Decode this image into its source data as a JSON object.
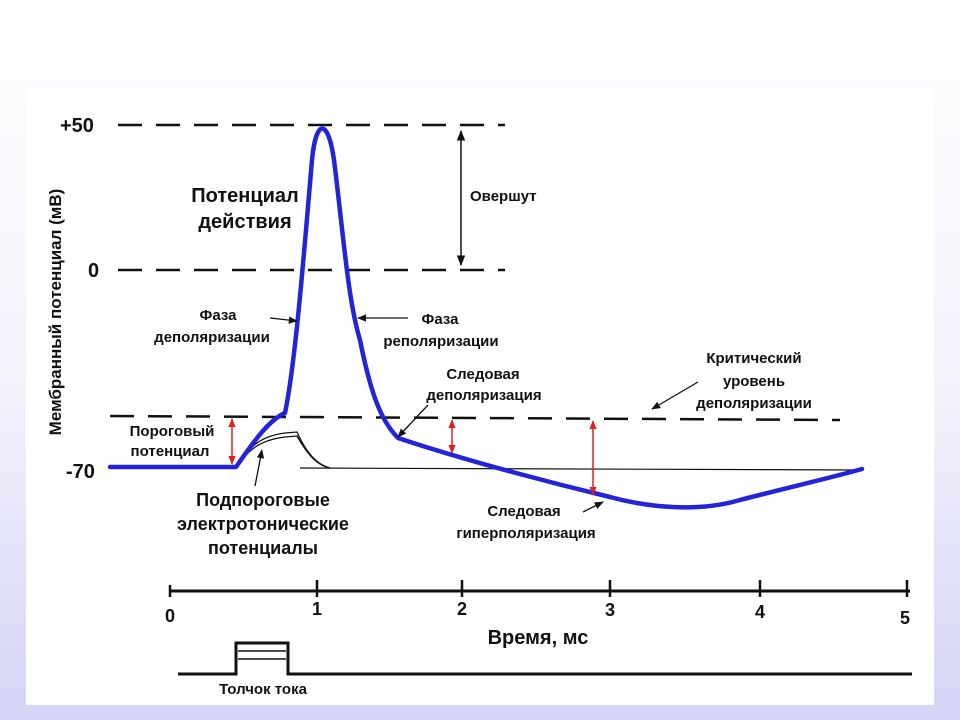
{
  "y_axis_label": "Мембранный потенциал (мВ)",
  "y_ticks": [
    "+50",
    "0",
    "-70"
  ],
  "x_axis_label": "Время, мс",
  "x_ticks": [
    "0",
    "1",
    "2",
    "3",
    "4",
    "5"
  ],
  "labels": {
    "action_potential": [
      "Потенциал",
      "действия"
    ],
    "overshoot": "Овершут",
    "depolarization_phase": [
      "Фаза",
      "деполяризации"
    ],
    "repolarization_phase": [
      "Фаза",
      "реполяризации"
    ],
    "critical_level": [
      "Критический",
      "уровень",
      "деполяризации"
    ],
    "trace_depolarization": [
      "Следовая",
      "деполяризация"
    ],
    "threshold_potential": [
      "Пороговый",
      "потенциал"
    ],
    "subthreshold": [
      "Подпороговые",
      "электротонические",
      "потенциалы"
    ],
    "trace_hyperpolarization": [
      "Следовая",
      "гиперполяризация"
    ],
    "stimulus": "Толчок тока"
  },
  "colors": {
    "potential_curve": "#2323d8",
    "arrows_red": "#e02020",
    "lines": "#111111"
  }
}
